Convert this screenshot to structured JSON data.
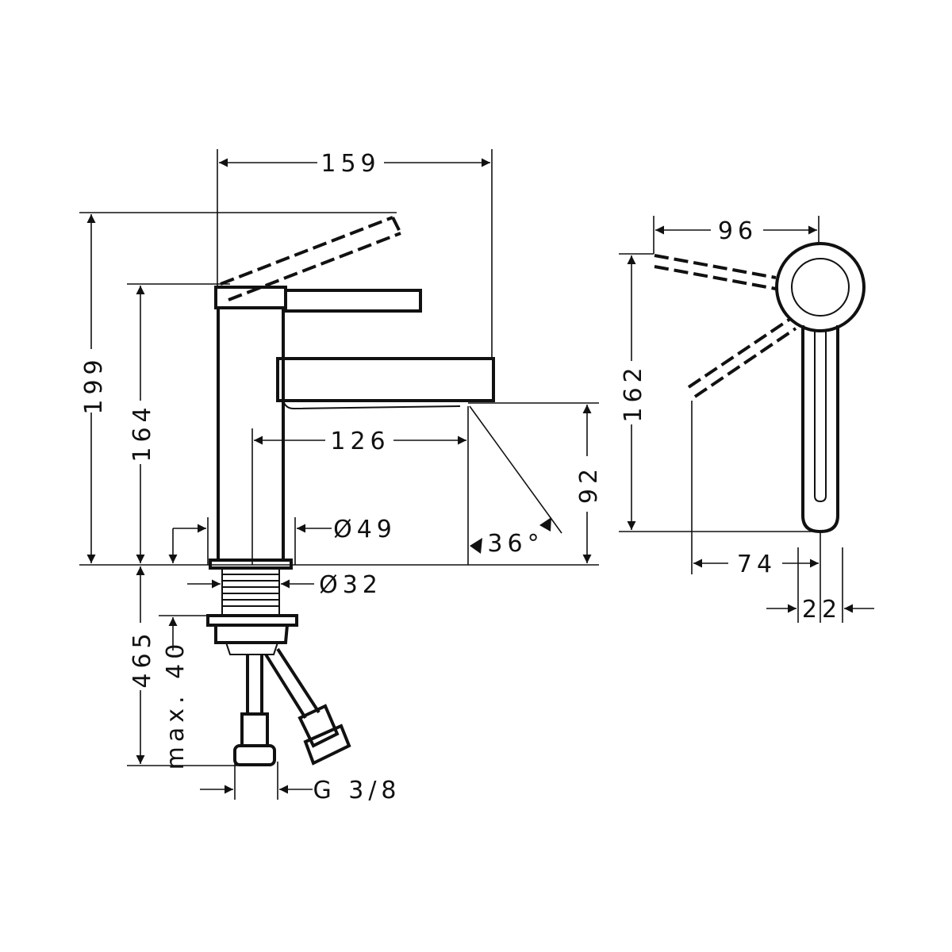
{
  "dimensions": {
    "spout_reach_total": "159",
    "handle_width": "96",
    "total_height": "199",
    "body_height": "164",
    "side_height": "162",
    "spout_reach": "126",
    "spout_clearance": "92",
    "body_diameter": "Ø49",
    "shank_diameter": "Ø32",
    "spray_angle": "36°",
    "handle_offset": "74",
    "handle_thickness": "22",
    "hose_length": "465",
    "max_thickness": "max. 40",
    "connection_thread": "G 3/8"
  },
  "colors": {
    "line": "#111111",
    "background": "#ffffff"
  }
}
